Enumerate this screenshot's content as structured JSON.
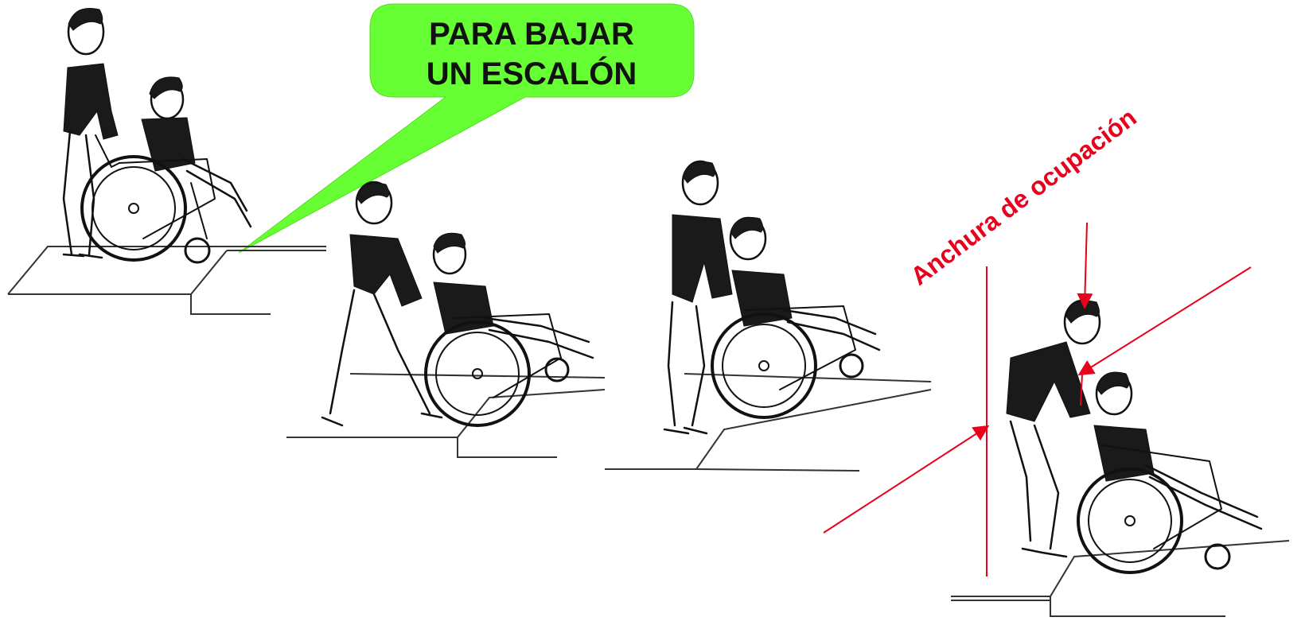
{
  "callout": {
    "line1": "PARA BAJAR",
    "line2": "UN ESCALÓN",
    "color": "#66ff33"
  },
  "annotation": {
    "label": "Anchura de ocupación",
    "color": "#e8001c"
  },
  "figures": [
    {
      "name": "frame-1",
      "description_icon": "wheelchair-caregiver-at-step"
    },
    {
      "name": "frame-2",
      "description_icon": "wheelchair-tilted-back"
    },
    {
      "name": "frame-3",
      "description_icon": "wheelchair-rear-wheels-descending"
    },
    {
      "name": "frame-4",
      "description_icon": "wheelchair-on-lower-level"
    }
  ]
}
